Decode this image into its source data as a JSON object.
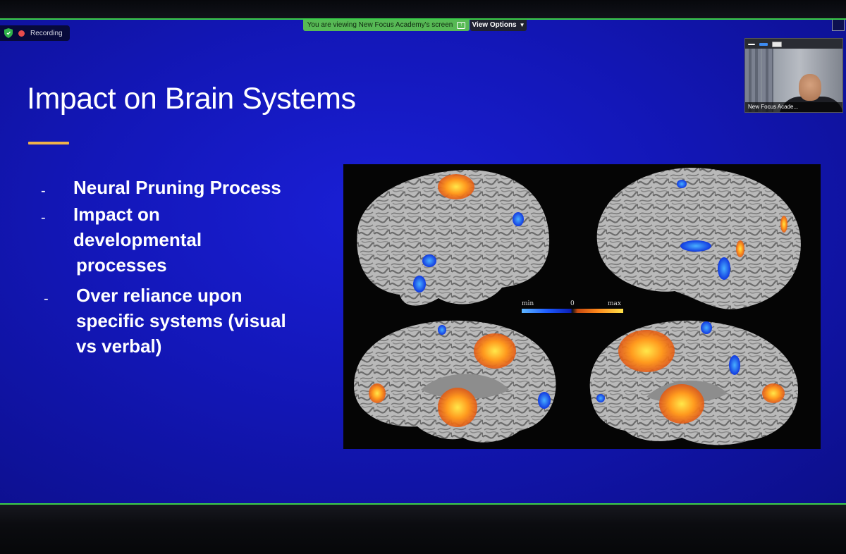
{
  "zoom_bar": {
    "recording_label": "Recording",
    "share_banner_text": "You are viewing New Focus Academy's screen",
    "view_options_label": "View Options"
  },
  "video": {
    "participant_name": "New Focus Acade..."
  },
  "slide": {
    "title": "Impact on Brain Systems",
    "bullets": [
      {
        "lines": [
          "Neural Pruning Process"
        ]
      },
      {
        "lines": [
          "Impact on",
          "developmental",
          "processes"
        ]
      },
      {
        "lines": [
          "Over reliance upon",
          "specific systems (visual",
          "vs verbal)"
        ]
      }
    ],
    "colorbar": {
      "min_label": "min",
      "zero_label": "0",
      "max_label": "max"
    }
  },
  "colors": {
    "slide_background": "#1317b8",
    "accent_underline": "#f0b24a",
    "share_banner": "#57b955",
    "screen_border": "#3ccf4a"
  }
}
